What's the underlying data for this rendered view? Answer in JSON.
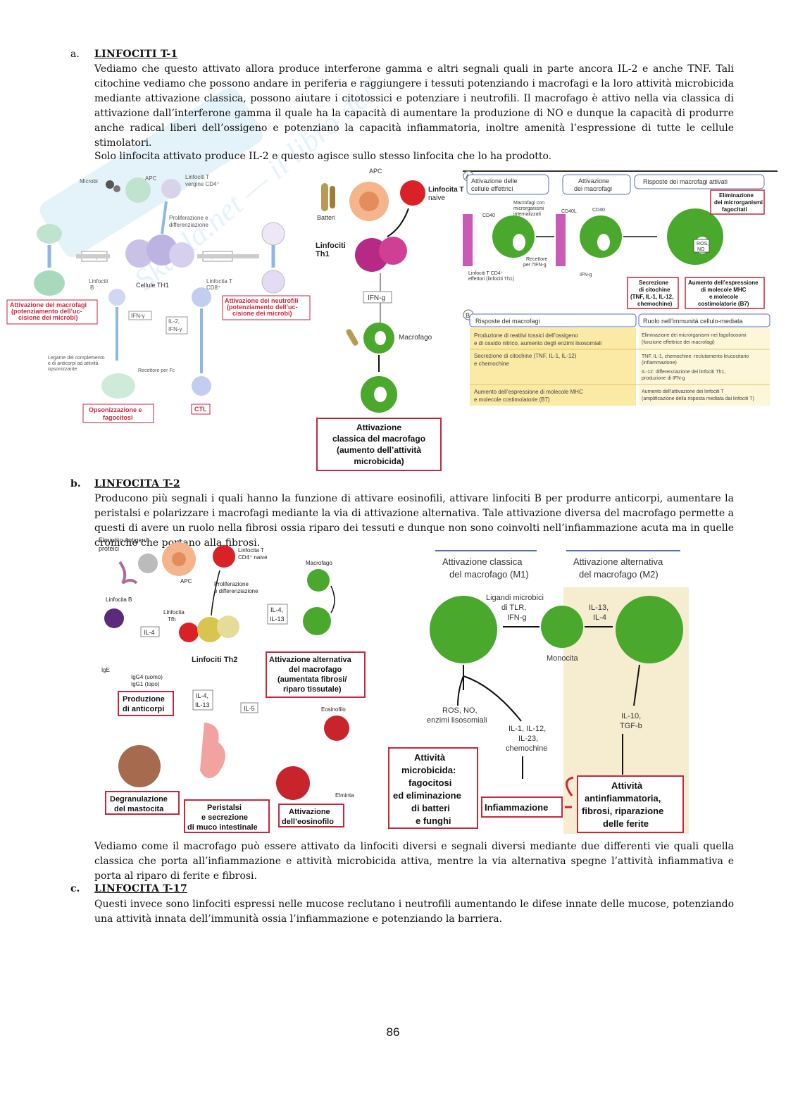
{
  "sections": [
    {
      "label": "a.",
      "title": "LINFOCITI T-1",
      "paragraphs": [
        "Vediamo che questo attivato allora produce interferone gamma e altri segnali quali in parte ancora IL-2 e anche TNF. Tali citochine vediamo che possono andare in periferia e raggiungere i tessuti potenziando i macrofagi e la loro attività microbicida mediante attivazione classica, possono aiutare i citotossici e potenziare i neutrofili. Il macrofago è attivo nella via classica di attivazione dall’interferone gamma il quale ha la capacità di aumentare la produzione di NO e dunque la capacità di produrre anche radical liberi dell’ossigeno e potenziano la capacità infiammatoria, inoltre amenità l’espressione di tutte le cellule stimolatori.",
        "Solo linfocita attivato produce IL-2 e questo agisce sullo stesso linfocita che lo ha prodotto."
      ]
    },
    {
      "label": "b.",
      "title": "LINFOCITA T-2",
      "paragraphs": [
        "Producono più segnali i quali hanno la funzione di attivare eosinofili, attivare linfociti B per produrre anticorpi, aumentare la peristalsi e polarizzare i macrofagi mediante la via di attivazione alternativa. Tale attivazione diversa del macrofago permette a questi di avere un ruolo nella fibrosi ossia riparo dei tessuti e dunque non sono coinvolti nell’infiammazione acuta ma in quelle croniche che portano alla fibrosi.",
        "Vediamo come il macrofago può essere attivato da linfociti diversi e segnali diversi mediante due differenti vie quali quella classica che porta all’infiammazione e attività microbicida attiva, mentre la via alternativa spegne l’attività infiammativa e porta al riparo di ferite e fibrosi."
      ]
    },
    {
      "label": "c.",
      "title": "LINFOCITA T-17",
      "paragraphs": [
        "Questi invece sono linfociti espressi nelle mucose reclutano i neutrofili aumentando le difese innate delle mucose, potenziando una attività innata dell’immunità ossia l’infiammazione e potenziando la barriera."
      ]
    }
  ],
  "fig1": {
    "microbi": "Microbi",
    "apc": "APC",
    "linf_cd4": [
      "Linfociti T",
      "vergine CD4⁺"
    ],
    "prolif": [
      "Proliferazione e",
      "differenziazione"
    ],
    "ifn": "IFN-γ",
    "lt_tnf": "LT, TNF",
    "cellule_th1": "Cellule TH1",
    "linf_b": [
      "Linfociti",
      "B"
    ],
    "linf_cd8": [
      "Linfocita T",
      "CD8⁺"
    ],
    "il2": [
      "IL-2,",
      "IFN-γ"
    ],
    "macro_box": [
      "Attivazione dei macrofagi",
      "(potenziamento dell’uc-",
      "cisione dei microbi)"
    ],
    "neutro_box": [
      "Attivazione dei neutrofili",
      "(potenziamento dell’uc-",
      "cisione dei microbi)"
    ],
    "legame": [
      "Legame del complemento",
      "e di anticorpi ad attività",
      "opsonizzante"
    ],
    "recettore_fc": "Recettore per Fc",
    "opso_box": [
      "Opsonizzazione e",
      "fagocitosi"
    ],
    "ctl_box": "CTL"
  },
  "fig2": {
    "apc": "APC",
    "batteri": "Batteri",
    "naive": [
      "Linfocita T",
      "naive"
    ],
    "th1": [
      "Linfociti",
      "Th1"
    ],
    "ifn": "IFN-g",
    "macrofago": "Macrofago",
    "box": [
      "Attivazione",
      "classica del macrofago",
      "(aumento dell’attività",
      "microbicida)"
    ]
  },
  "fig3": {
    "a_label": "A",
    "b_label": "B",
    "headers": [
      [
        "Attivazione delle",
        "cellule effettrici"
      ],
      [
        "Attivazione",
        "dei macrofagi"
      ],
      [
        "Risposte dei macrofagi attivati"
      ]
    ],
    "macro_int": [
      "Macrofagi con",
      "microrganismi",
      "internalizzati"
    ],
    "cd40": "CD40",
    "cd40l": "CD40L",
    "recettore": [
      "Recettore",
      "per l’IFN-g"
    ],
    "linf_cd4": [
      "Linfociti T CD4⁺",
      "effettori (linfociti Th1)"
    ],
    "ifng": "IFN-g",
    "elim_box": [
      "Eliminazione",
      "dei microrganismi",
      "fagocitati"
    ],
    "ros": [
      "ROS,",
      "NO"
    ],
    "secr_box": [
      "Secrezione",
      "di citochine",
      "(TNF, IL-1, IL-12,",
      "chemochine)"
    ],
    "mhc_box": [
      "Aumento dell’espressione",
      "di molecole MHC",
      "e molecole",
      "costimolatorie (B7)"
    ],
    "table_headers": [
      "Risposte dei macrofagi",
      "Ruolo nell’immunità cellulo-mediata"
    ],
    "rows": [
      [
        [
          "Produzione di reattivi tossici dell’ossigeno",
          "e di ossido nitrico, aumento degli enzimi lisosomiali"
        ],
        [
          "Eliminazione dei microrganismi nei fagolisosomi",
          "(funzione effettrice dei macrofagi)"
        ]
      ],
      [
        [
          "Secrezione di citochine (TNF, IL-1, IL-12)",
          "e chemochine"
        ],
        [
          "TNF, IL-1, chemochine: reclutamento leucocitario",
          "(infiammazione)",
          "IL-12: differenziazione dei linfociti Th1,",
          "produzione di IFN-g"
        ]
      ],
      [
        [
          "Aumento dell’espressione di molecole MHC",
          "e molecole costimolatorie (B7)"
        ],
        [
          "Aumento dell’attivazione dei linfociti T",
          "(amplificazione della risposta mediata dai linfociti T)"
        ]
      ]
    ]
  },
  "fig4": {
    "elminti": [
      "Elminti o antigeni",
      "proteici"
    ],
    "apc": "APC",
    "naive": [
      "Linfocita T",
      "CD4⁺ naive"
    ],
    "prolif": [
      "Proliferazione",
      "e differenziazione"
    ],
    "macrofago": "Macrofago",
    "linf_b": "Linfocita B",
    "tfh": [
      "Linfocita",
      "Tfh"
    ],
    "il4": "IL-4",
    "il4_13": [
      "IL-4,",
      "IL-13"
    ],
    "th2": "Linfociti Th2",
    "ige": "IgE",
    "igg": [
      "IgG4 (uomo)",
      "IgG1 (topo)"
    ],
    "alt_box": [
      "Attivazione alternativa",
      "del macrofago",
      "(aumentata fibrosi/",
      "riparo tissutale)"
    ],
    "anticorpi_box": [
      "Produzione",
      "di anticorpi"
    ],
    "il4b": [
      "IL-4,",
      "IL-13"
    ],
    "il5": "IL-5",
    "eosinofilo": "Eosinofilo",
    "elminta": "Elminta",
    "degr_box": [
      "Degranulazione",
      "del mastocita"
    ],
    "peri_box": [
      "Peristalsi",
      "e secrezione",
      "di muco intestinale"
    ],
    "eos_box": [
      "Attivazione",
      "dell’eosinofilo"
    ]
  },
  "fig5": {
    "m1": [
      "Attivazione classica",
      "del macrofago (M1)"
    ],
    "m2": [
      "Attivazione alternativa",
      "del macrofago (M2)"
    ],
    "ligandi": [
      "Ligandi microbici",
      "di TLR,",
      "IFN-g"
    ],
    "il13": [
      "IL-13,",
      "IL-4"
    ],
    "monocita": "Monocita",
    "ros": [
      "ROS, NO,",
      "enzimi lisosomiali"
    ],
    "il1": [
      "IL-1, IL-12,",
      "IL-23,",
      "chemochine"
    ],
    "il10": [
      "IL-10,",
      "TGF-b"
    ],
    "micro_box": [
      "Attività",
      "microbicida:",
      "fagocitosi",
      "ed eliminazione",
      "di batteri",
      "e funghi"
    ],
    "infl_box": "Infiammazione",
    "anti_box": [
      "Attività",
      "antinfiammatoria,",
      "fibrosi, riparazione",
      "delle ferite"
    ]
  },
  "page_number": "86",
  "watermark": "Skuola.net — il libro dello studente",
  "colors": {
    "accent_red": "#c8263c",
    "cell_green": "#4aa82c",
    "table_yellow": "#fbe9a6",
    "header_blue": "#5a6fb5"
  }
}
